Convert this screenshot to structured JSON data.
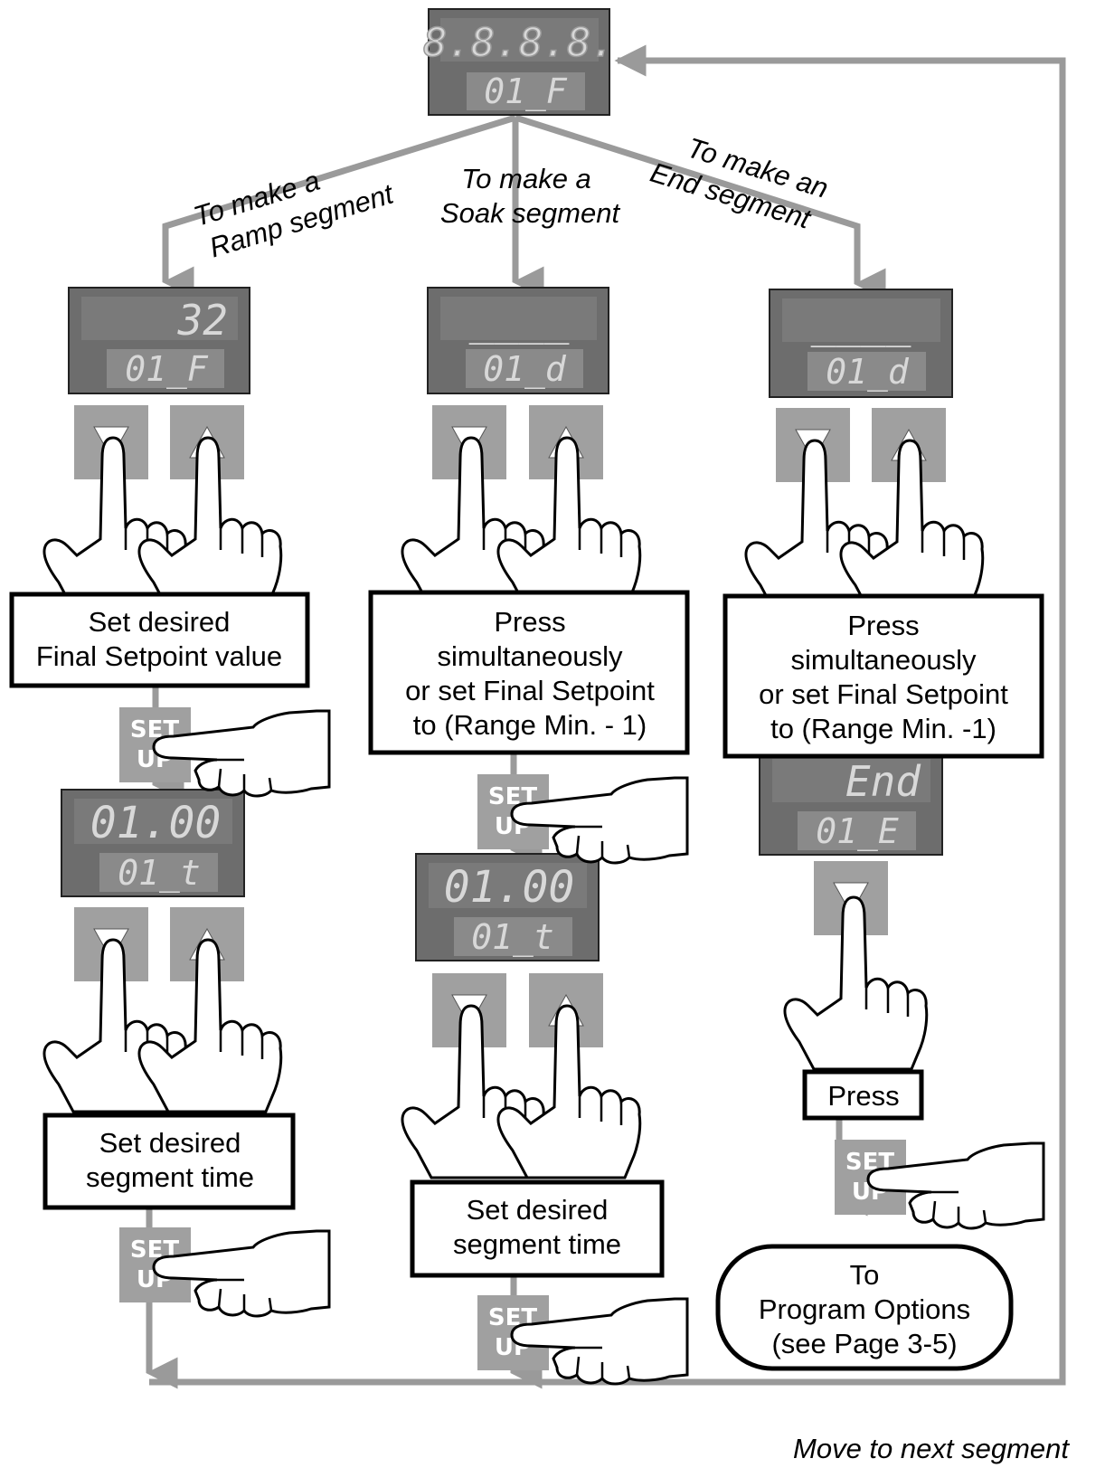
{
  "top_display": {
    "upper": "8.8.8.8.",
    "lower": "01_F"
  },
  "branches": {
    "ramp": {
      "label_line1": "To make a",
      "label_line2": "Ramp segment"
    },
    "soak": {
      "label_line1": "To make a",
      "label_line2": "Soak segment"
    },
    "end": {
      "label_line1": "To make an",
      "label_line2": "End segment"
    }
  },
  "ramp": {
    "display1": {
      "upper": "32",
      "lower": "01_F"
    },
    "instruction1": [
      "Set desired",
      "Final Setpoint value"
    ],
    "setup_key": [
      "SET",
      "UP"
    ],
    "display2": {
      "upper": "01.00",
      "lower": "01_t"
    },
    "instruction2": [
      "Set desired",
      "segment time"
    ]
  },
  "soak": {
    "display1": {
      "upper": "____",
      "lower": "01_d"
    },
    "instruction1": [
      "Press",
      "simultaneously",
      "or set Final Setpoint",
      "to (Range Min. - 1)"
    ],
    "display2": {
      "upper": "01.00",
      "lower": "01_t"
    },
    "instruction2": [
      "Set desired",
      "segment time"
    ]
  },
  "end": {
    "display1": {
      "upper": "____",
      "lower": "01_d"
    },
    "instruction1": [
      "Press",
      "simultaneously",
      "or set Final Setpoint",
      "to (Range Min. -1)"
    ],
    "display2": {
      "upper": "End",
      "lower": "01_E"
    },
    "press_label": "Press",
    "terminal": [
      "To",
      "Program Options",
      "(see Page 3-5)"
    ]
  },
  "footer": {
    "loop_label": "Move to next segment"
  },
  "colors": {
    "line": "#9a9a9a",
    "display_bg": "#6d6d6d",
    "window": "#8a8a8a",
    "key": "#a0a0a0"
  },
  "icons": [
    "down-arrow-key-icon",
    "up-arrow-key-icon",
    "pointing-hand-icon",
    "set-up-key-icon"
  ]
}
